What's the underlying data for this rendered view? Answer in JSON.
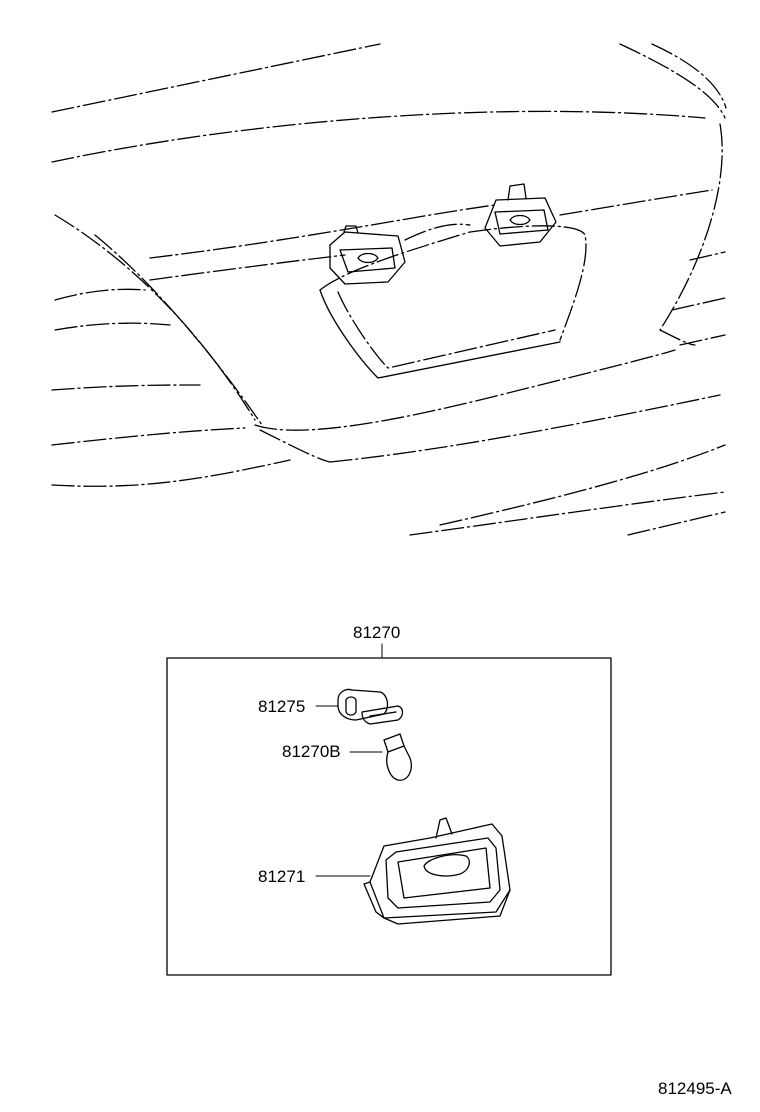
{
  "assembly": {
    "part_number": "81270"
  },
  "parts": [
    {
      "id": "socket",
      "part_number": "81275"
    },
    {
      "id": "bulb",
      "part_number": "81270B"
    },
    {
      "id": "lens-housing",
      "part_number": "81271"
    }
  ],
  "footer": {
    "drawing_code": "812495-A"
  }
}
